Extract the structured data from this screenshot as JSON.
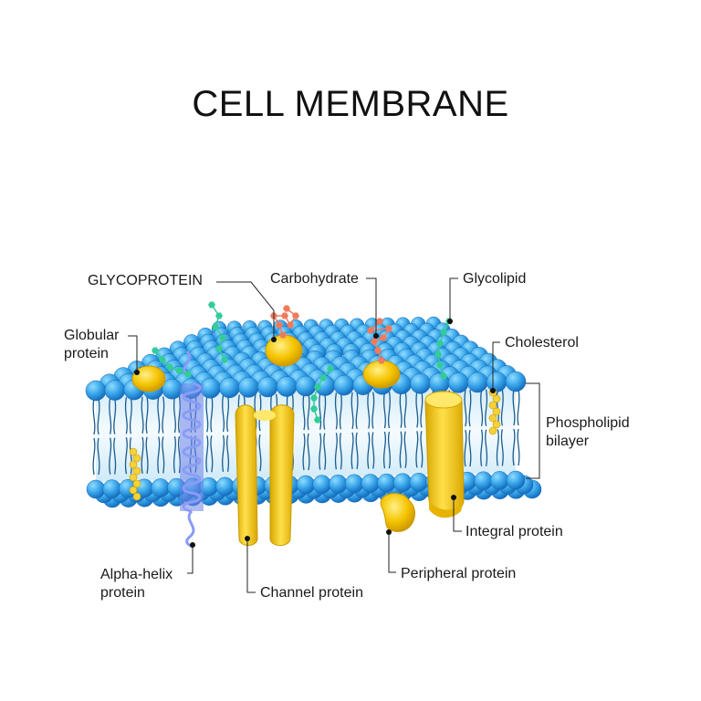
{
  "title": "CELL MEMBRANE",
  "labels": {
    "glycoprotein": "GLYCOPROTEIN",
    "carbohydrate": "Carbohydrate",
    "glycolipid": "Glycolipid",
    "globular_protein_1": "Globular",
    "globular_protein_2": "protein",
    "cholesterol": "Cholesterol",
    "phospholipid_bilayer_1": "Phospholipid",
    "phospholipid_bilayer_2": "bilayer",
    "integral_protein": "Integral protein",
    "peripheral_protein": "Peripheral protein",
    "alpha_helix_protein_1": "Alpha-helix",
    "alpha_helix_protein_2": "protein",
    "channel_protein": "Channel protein"
  },
  "colors": {
    "head_light": "#5cc3f5",
    "head_dark": "#1d83d3",
    "tail": "#1a5c8e",
    "core": "#dff2fb",
    "protein": "#f3c300",
    "protein_dark": "#c89a00",
    "sugar_green": "#33cc99",
    "sugar_red": "#f07a5c",
    "helix": "#7b8bf0"
  }
}
